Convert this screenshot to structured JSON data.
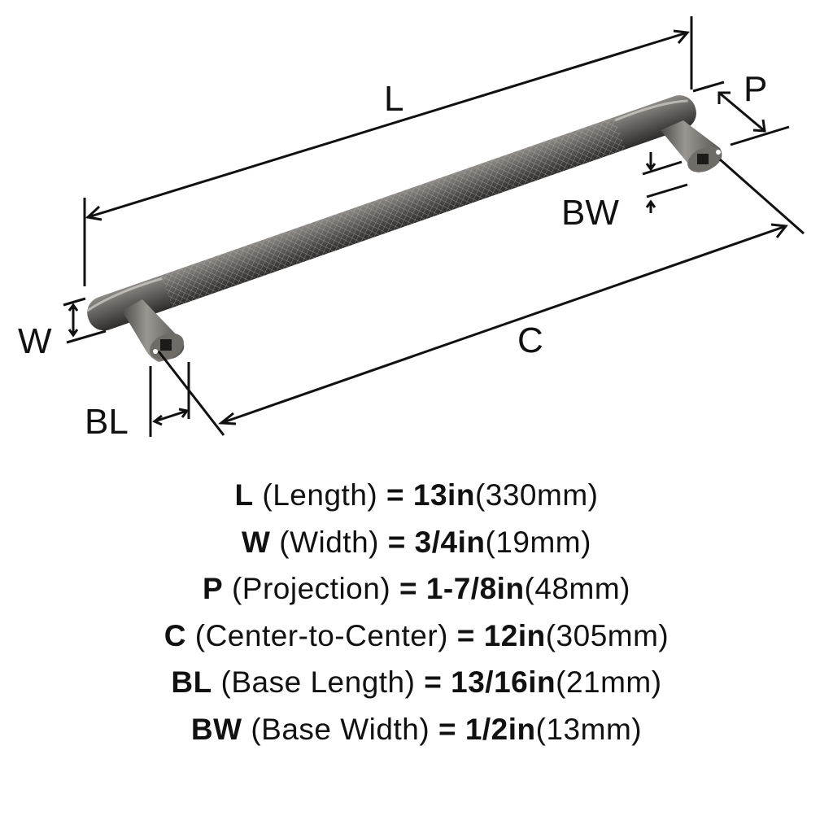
{
  "diagram": {
    "labels": {
      "L": "L",
      "P": "P",
      "BW": "BW",
      "W": "W",
      "C": "C",
      "BL": "BL"
    },
    "colors": {
      "metal": "#5c5a57",
      "metal_light": "#a19e99",
      "line": "#111111"
    }
  },
  "specs": [
    {
      "code": "L",
      "name": "(Length)",
      "imperial": "13in",
      "metric": "(330mm)"
    },
    {
      "code": "W",
      "name": "(Width)",
      "imperial": "3/4in",
      "metric": "(19mm)"
    },
    {
      "code": "P",
      "name": "(Projection)",
      "imperial": "1-7/8in",
      "metric": "(48mm)"
    },
    {
      "code": "C",
      "name": "(Center-to-Center)",
      "imperial": "12in",
      "metric": "(305mm)"
    },
    {
      "code": "BL",
      "name": "(Base Length)",
      "imperial": "13/16in",
      "metric": "(21mm)"
    },
    {
      "code": "BW",
      "name": "(Base Width)",
      "imperial": "1/2in",
      "metric": "(13mm)"
    }
  ]
}
